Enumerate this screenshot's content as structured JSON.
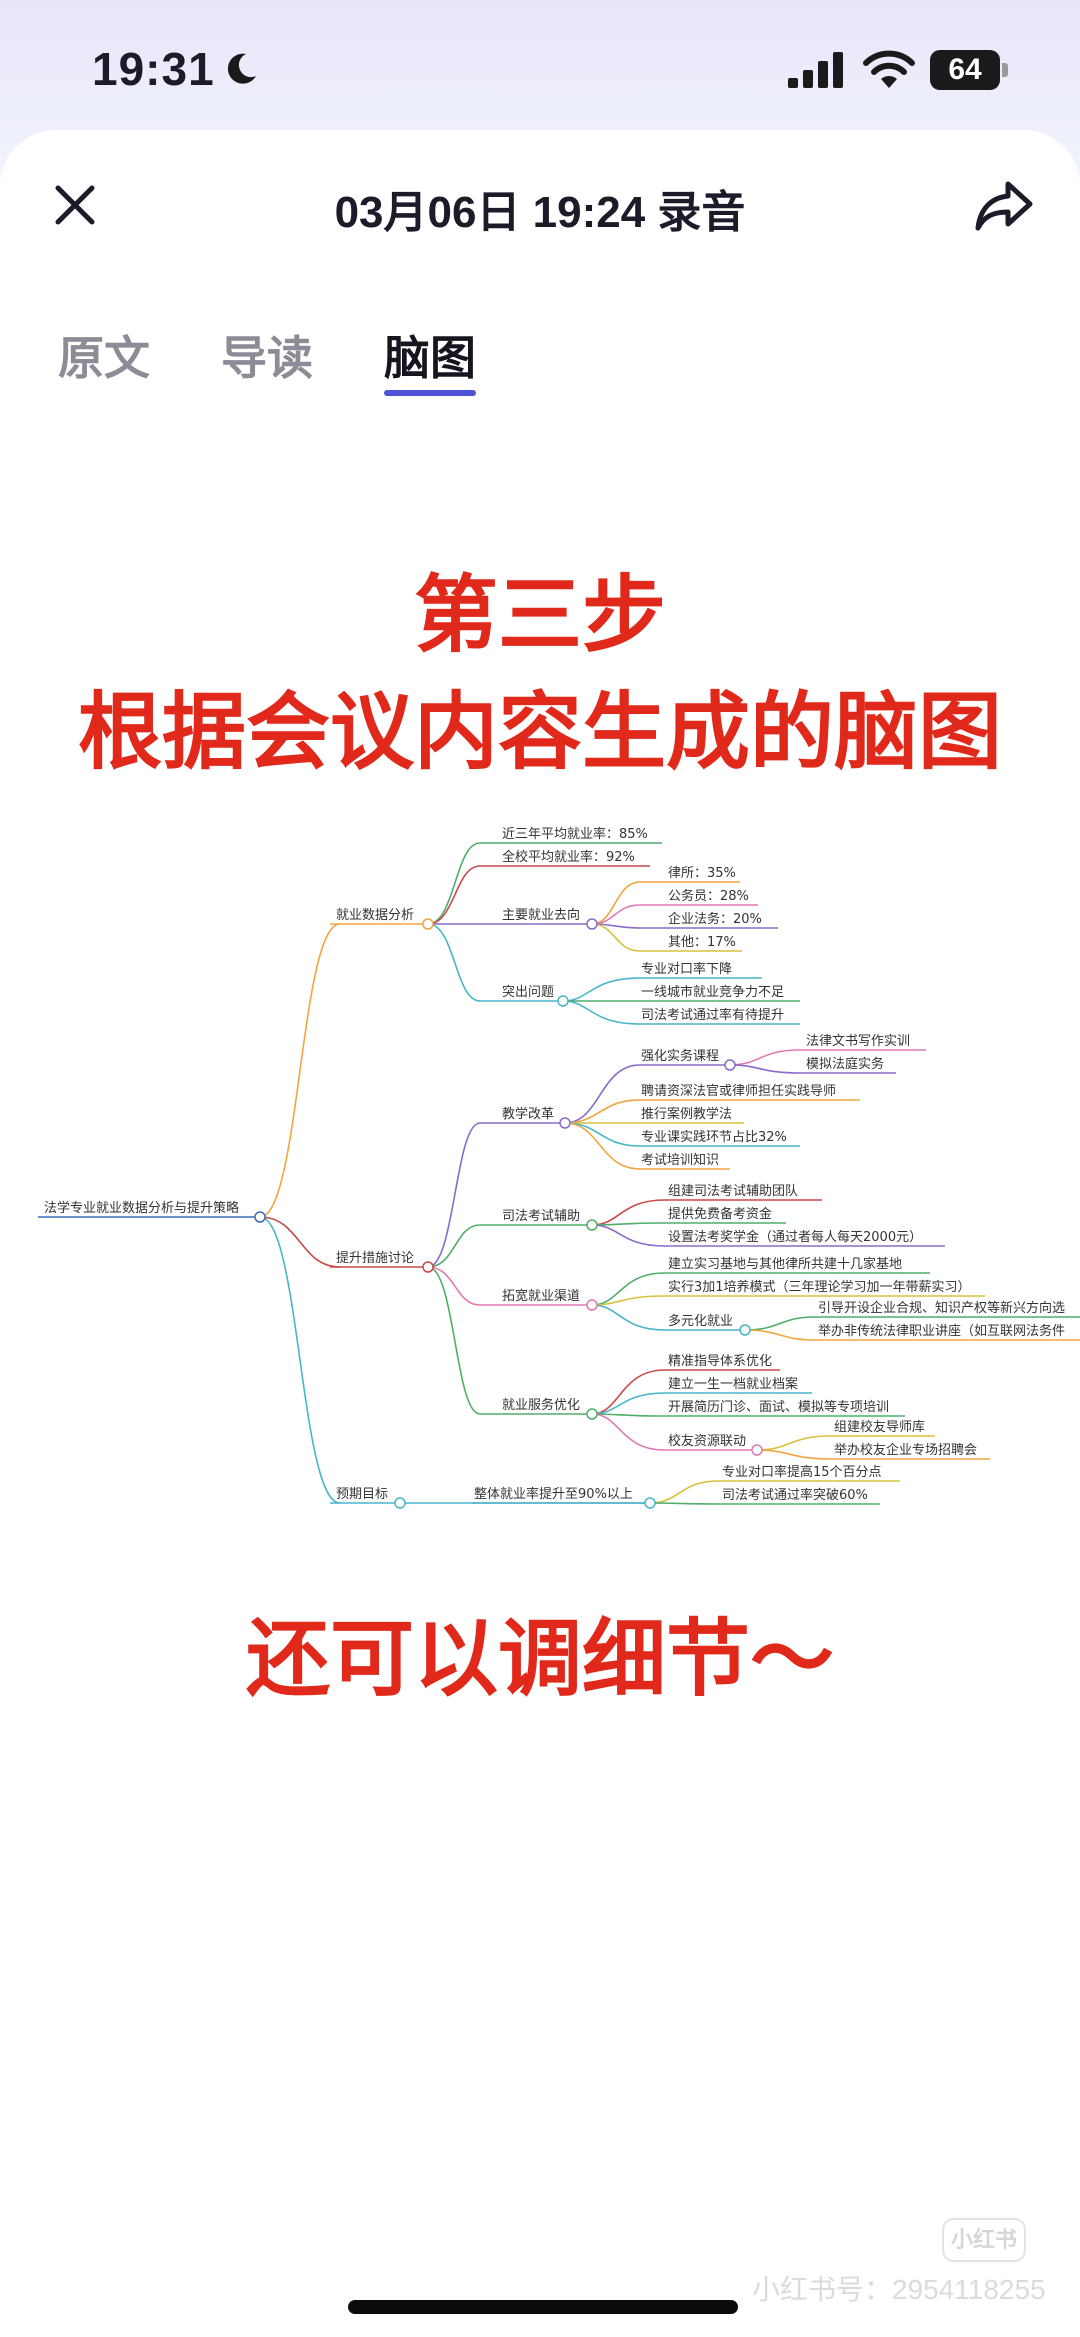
{
  "status_bar": {
    "time": "19:31",
    "battery": "64"
  },
  "header": {
    "title": "03月06日 19:24 录音"
  },
  "tabs": [
    {
      "label": "原文"
    },
    {
      "label": "导读"
    },
    {
      "label": "脑图",
      "active": true
    }
  ],
  "headline": {
    "line1": "第三步",
    "line2": "根据会议内容生成的脑图",
    "line3": "还可以调细节～"
  },
  "mindmap": {
    "root": "法学专业就业数据分析与提升策略",
    "b1": {
      "label": "就业数据分析",
      "c1": "近三年平均就业率：85%",
      "c2": "全校平均就业率：92%",
      "c3": {
        "label": "主要就业去向",
        "i1": "律所：35%",
        "i2": "公务员：28%",
        "i3": "企业法务：20%",
        "i4": "其他：17%"
      },
      "c4": {
        "label": "突出问题",
        "i1": "专业对口率下降",
        "i2": "一线城市就业竞争力不足",
        "i3": "司法考试通过率有待提升"
      }
    },
    "b2": {
      "label": "提升措施讨论",
      "c1": {
        "label": "教学改革",
        "g1": {
          "label": "强化实务课程",
          "i1": "法律文书写作实训",
          "i2": "模拟法庭实务"
        },
        "i1": "聘请资深法官或律师担任实践导师",
        "i2": "推行案例教学法",
        "i3": "专业课实践环节占比32%",
        "i4": "考试培训知识"
      },
      "c2": {
        "label": "司法考试辅助",
        "i1": "组建司法考试辅助团队",
        "i2": "提供免费备考资金",
        "i3": "设置法考奖学金（通过者每人每天2000元）"
      },
      "c3": {
        "label": "拓宽就业渠道",
        "i1": "建立实习基地与其他律所共建十几家基地",
        "i2": "实行3加1培养模式（三年理论学习加一年带薪实习）",
        "g1": {
          "label": "多元化就业",
          "i1": "引导开设企业合规、知识产权等新兴方向选",
          "i2": "举办非传统法律职业讲座（如互联网法务件"
        }
      },
      "c4": {
        "label": "就业服务优化",
        "i1": "精准指导体系优化",
        "i2": "建立一生一档就业档案",
        "i3": "开展简历门诊、面试、模拟等专项培训",
        "g1": {
          "label": "校友资源联动",
          "i1": "组建校友导师库",
          "i2": "举办校友企业专场招聘会"
        }
      }
    },
    "b3": {
      "label": "预期目标",
      "c1": {
        "label": "整体就业率提升至90%以上",
        "i1": "专业对口率提高15个百分点",
        "i2": "司法考试通过率突破60%"
      }
    }
  },
  "watermark": {
    "badge": "小红书",
    "id": "小红书号：2954118255"
  },
  "colors": {
    "accent": "#4f53d8",
    "headline": "#e0291b"
  },
  "icons": {
    "close": "close-icon",
    "share": "share-icon",
    "moon": "moon-icon",
    "signal": "signal-icon",
    "wifi": "wifi-icon",
    "battery": "battery-icon"
  }
}
